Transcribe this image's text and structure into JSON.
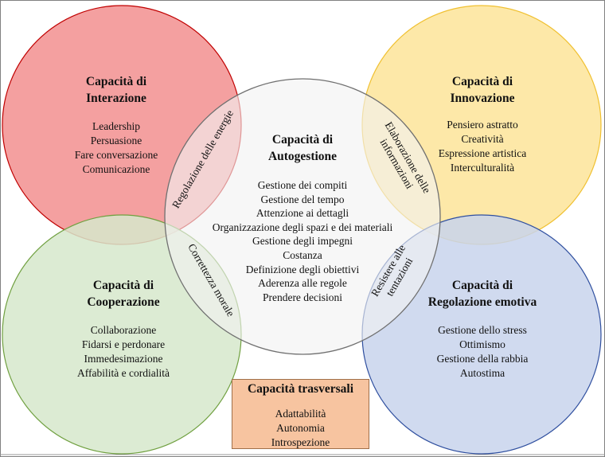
{
  "circles": {
    "interazione": {
      "title": [
        "Capacità di",
        "Interazione"
      ],
      "items": [
        "Leadership",
        "Persuasione",
        "Fare conversazione",
        "Comunicazione"
      ],
      "fill": "#f4a0a0",
      "stroke": "#c00000"
    },
    "innovazione": {
      "title": [
        "Capacità di",
        "Innovazione"
      ],
      "items": [
        "Pensiero astratto",
        "Creatività",
        "Espressione artistica",
        "Interculturalità"
      ],
      "fill": "#fde8a8",
      "stroke": "#f0c030"
    },
    "cooperazione": {
      "title": [
        "Capacità di",
        "Cooperazione"
      ],
      "items": [
        "Collaborazione",
        "Fidarsi e perdonare",
        "Immedesimazione",
        "Affabilità  e cordialità"
      ],
      "fill": "#d6e8cb",
      "stroke": "#70a040"
    },
    "regolazione": {
      "title": [
        "Capacità di",
        "Regolazione emotiva"
      ],
      "items": [
        "Gestione dello stress",
        "Ottimismo",
        "Gestione della rabbia",
        "Autostima"
      ],
      "fill": "#c8d4ec",
      "stroke": "#2f4f9f"
    },
    "autogestione": {
      "title": [
        "Capacità di",
        "Autogestione"
      ],
      "items": [
        "Gestione dei compiti",
        "Gestione del tempo",
        "Attenzione ai dettagli",
        "Organizzazione  degli spazi e dei materiali",
        "Gestione degli impegni",
        "Costanza",
        "Definizione degli obiettivi",
        "Aderenza alle regole",
        "Prendere decisioni"
      ],
      "fill": "#f2f2f2",
      "stroke": "#707070"
    }
  },
  "overlaps": {
    "energie": "Regolazione delle energie",
    "informazioni": [
      "Elaborazione delle",
      "informazioni"
    ],
    "morale": "Correttezza morale",
    "tentazioni": [
      "Resistere alle",
      "tentazioni"
    ]
  },
  "trasversali": {
    "title": "Capacità trasversali",
    "items": [
      "Adattabilità",
      "Autonomia",
      "Introspezione"
    ],
    "fill": "#f7c4a0"
  }
}
